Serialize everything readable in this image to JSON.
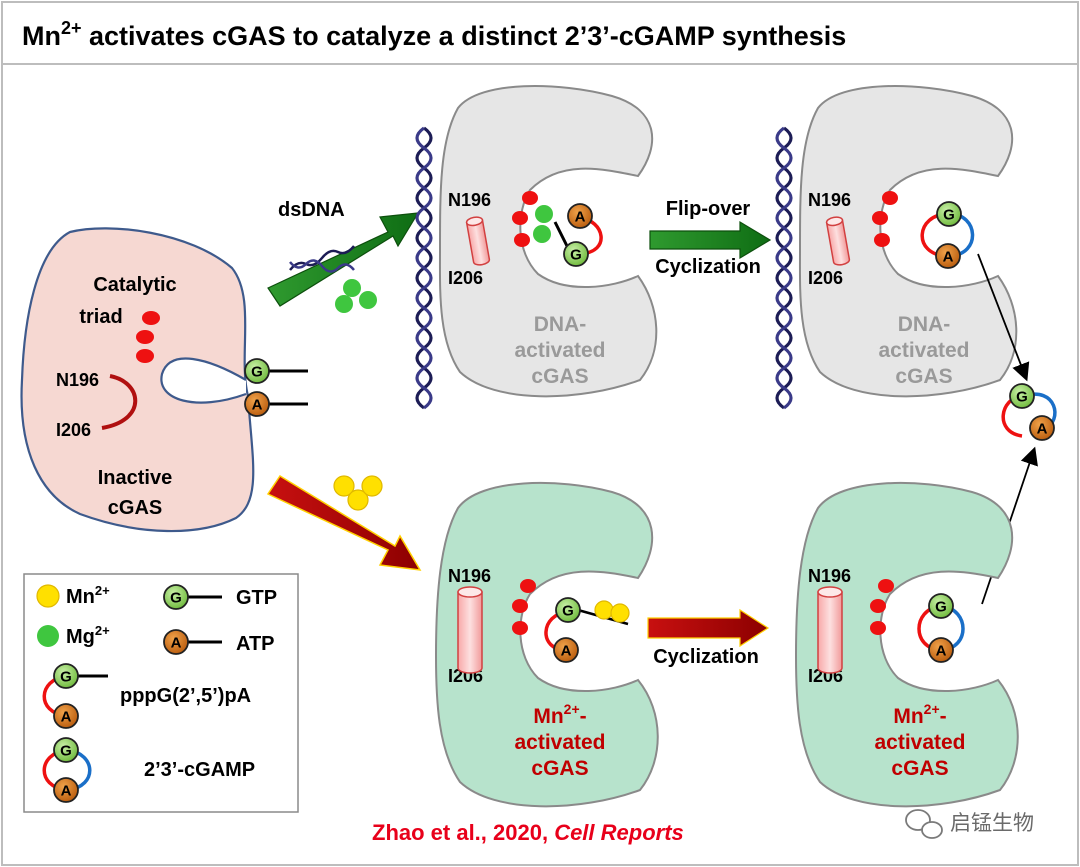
{
  "title": {
    "main": "Mn",
    "sup": "2+",
    "rest": " activates cGAS to catalyze a distinct 2’3’-cGAMP synthesis"
  },
  "inactive": {
    "triad1": "Catalytic",
    "triad2": "triad",
    "n196": "N196",
    "i206": "I206",
    "name1": "Inactive",
    "name2": "cGAS"
  },
  "residues": {
    "n196": "N196",
    "i206": "I206"
  },
  "arrows": {
    "dsdna": "dsDNA",
    "flip": "Flip-over",
    "cyc": "Cyclization",
    "cyc2": "Cyclization"
  },
  "dna_act": {
    "l1": "DNA-",
    "l2": "activated",
    "l3": "cGAS"
  },
  "mn_act": {
    "l1a": "Mn",
    "l1sup": "2+",
    "l1b": "-",
    "l2": "activated",
    "l3": "cGAS"
  },
  "nucleotides": {
    "g": "G",
    "a": "A"
  },
  "legend": {
    "mn": "Mn",
    "mn_sup": "2+",
    "mg": "Mg",
    "mg_sup": "2+",
    "gtp": "GTP",
    "atp": "ATP",
    "pppg": "pppG(2’,5’)pA",
    "cgamp": "2’3’-cGAMP"
  },
  "citation": {
    "a": "Zhao et al., 2020, ",
    "b": "Cell Reports"
  },
  "watermark": "启锰生物",
  "colors": {
    "mn": "#ffe000",
    "mg": "#3fc63f",
    "gray_cgas": "#e6e6e6",
    "green_cgas": "#b7e3cc",
    "inactive": "#f6d8d2",
    "red_arrow": "#b80000",
    "green_arrow": "#1a8a1a"
  }
}
